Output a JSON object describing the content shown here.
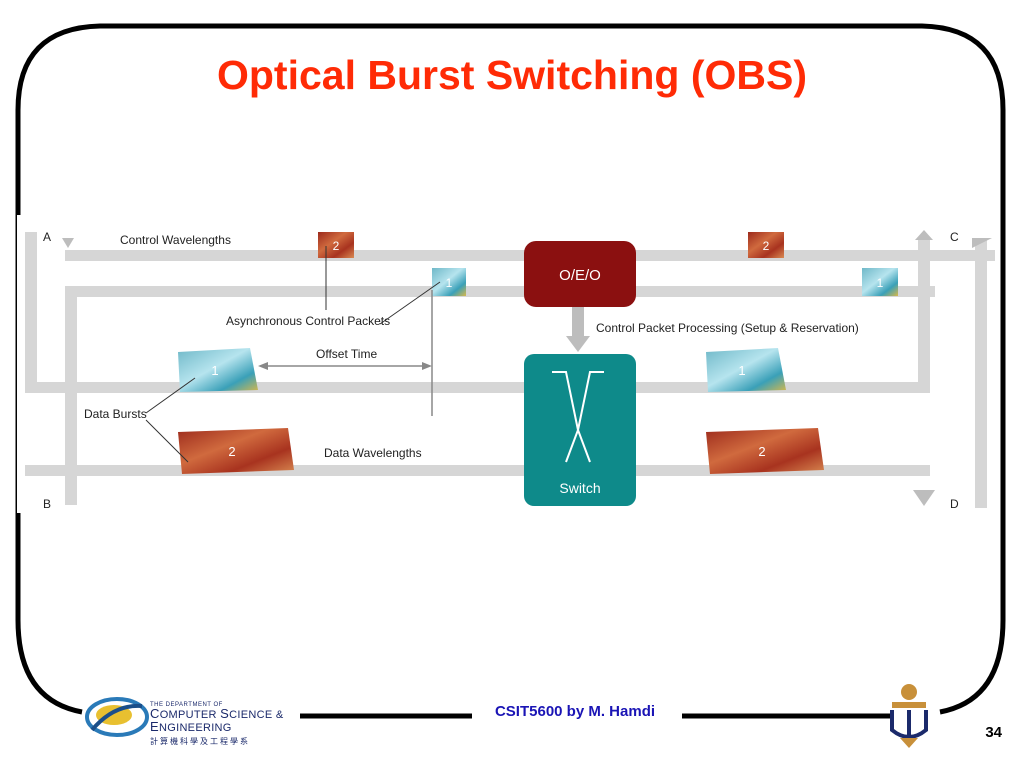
{
  "slide": {
    "title": "Optical Burst Switching (OBS)",
    "footer": "CSIT5600 by M. Hamdi",
    "page_number": "34"
  },
  "logo": {
    "dept_small": "THE DEPARTMENT OF",
    "dept_line1": "OMPUTER ",
    "dept_line1_cap": "C",
    "dept_line1b": "CIENCE &",
    "dept_line1b_cap": "S",
    "dept_line2": "NGINEERING",
    "dept_line2_cap": "E",
    "dept_chinese": "計算機科學及工程學系"
  },
  "diagram": {
    "node_a": "A",
    "node_b": "B",
    "node_c": "C",
    "node_d": "D",
    "control_wavelengths": "Control Wavelengths",
    "async_control_packets": "Asynchronous Control Packets",
    "offset_time": "Offset Time",
    "data_bursts": "Data Bursts",
    "data_wavelengths": "Data Wavelengths",
    "oeo": "O/E/O",
    "switch": "Switch",
    "control_processing": "Control Packet Processing (Setup & Reservation)",
    "packet_2": "2",
    "packet_1": "1",
    "burst_1": "1",
    "burst_2": "2"
  },
  "colors": {
    "title": "#ff2b06",
    "footer": "#1a14b5",
    "rail": "#d6d6d6",
    "oeo": "#8b1010",
    "switch": "#0e8a8a",
    "burst_red": "#b8442a",
    "burst_cyan": "#7ec9d8"
  }
}
